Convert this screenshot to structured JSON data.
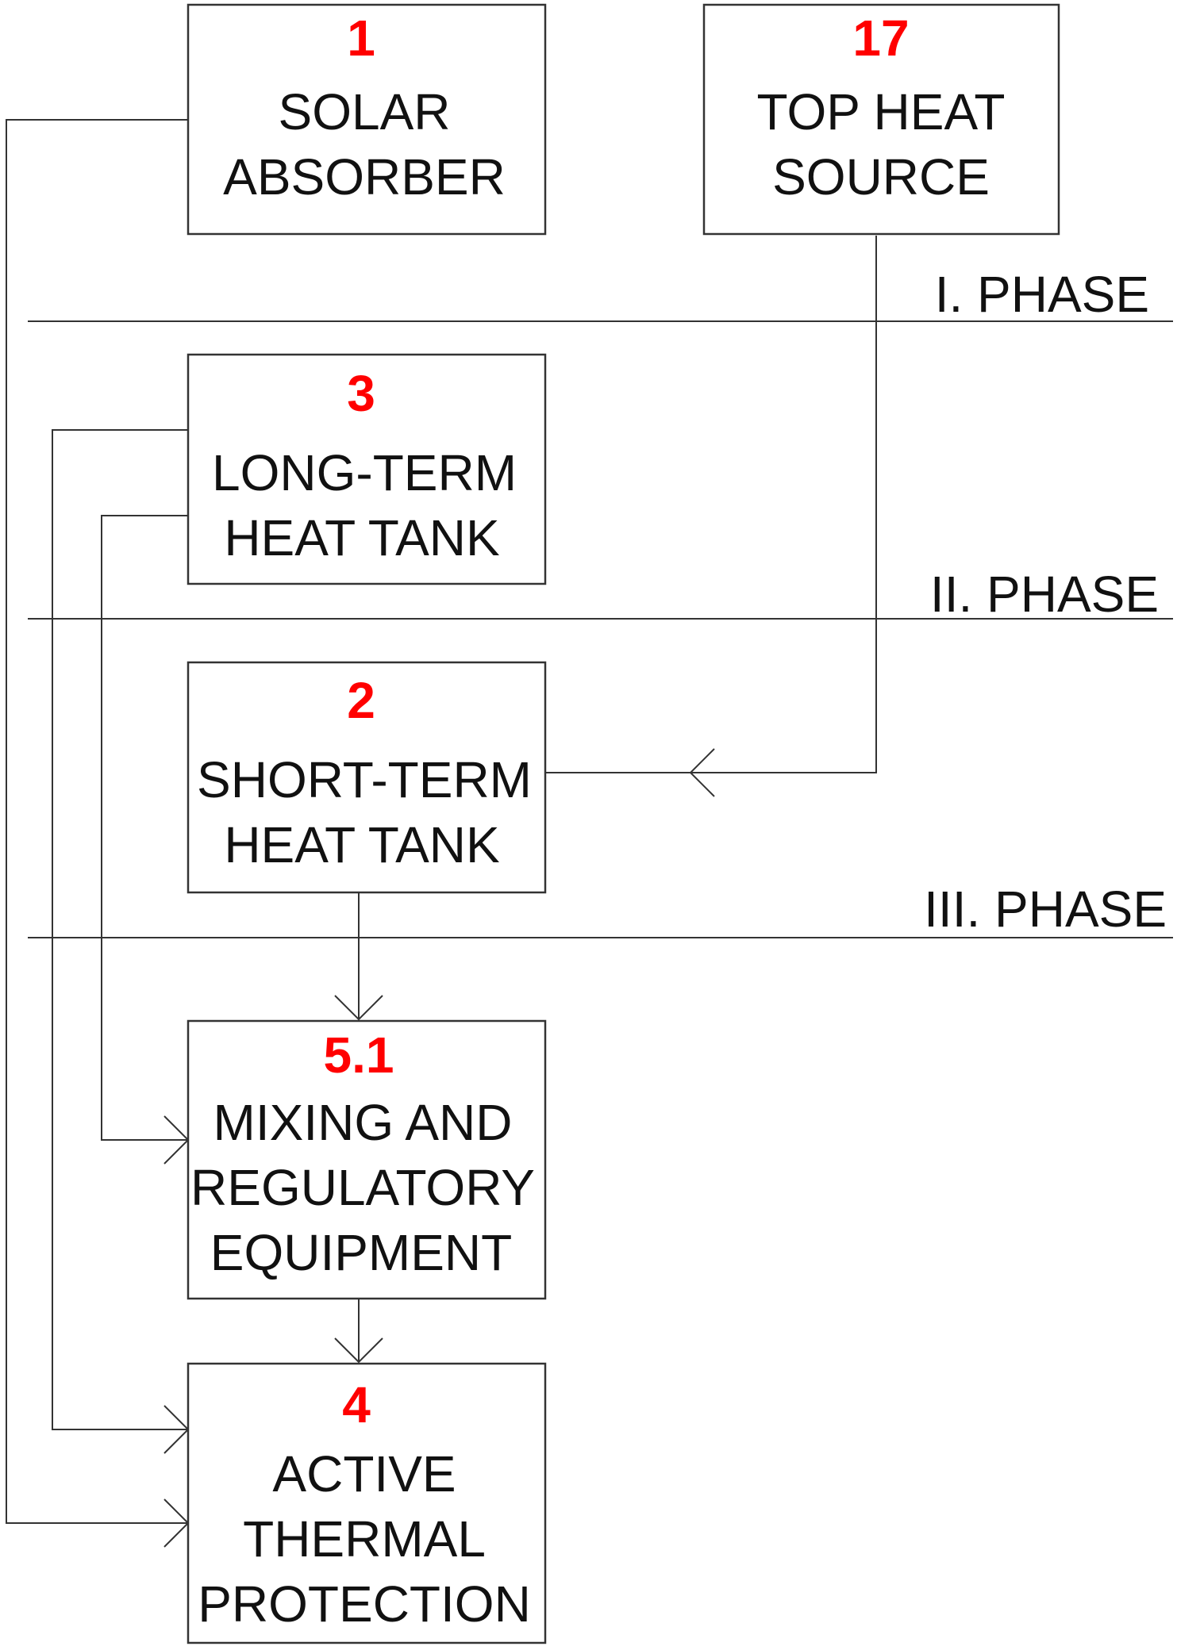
{
  "boxes": {
    "solar_absorber": {
      "number": "1",
      "line1": "SOLAR",
      "line2": "ABSORBER"
    },
    "top_heat_source": {
      "number": "17",
      "line1": "TOP HEAT",
      "line2": "SOURCE"
    },
    "long_term_tank": {
      "number": "3",
      "line1": "LONG-TERM",
      "line2": "HEAT TANK"
    },
    "short_term_tank": {
      "number": "2",
      "line1": "SHORT-TERM",
      "line2": "HEAT TANK"
    },
    "mixing_equipment": {
      "number": "5.1",
      "line1": "MIXING AND",
      "line2": "REGULATORY",
      "line3": "EQUIPMENT"
    },
    "active_protection": {
      "number": "4",
      "line1": "ACTIVE",
      "line2": "THERMAL",
      "line3": "PROTECTION"
    }
  },
  "phases": {
    "phase1": "I. PHASE",
    "phase2": "II. PHASE",
    "phase3": "III. PHASE"
  },
  "colors": {
    "number_accent": "#ff0000",
    "line": "#333333"
  }
}
